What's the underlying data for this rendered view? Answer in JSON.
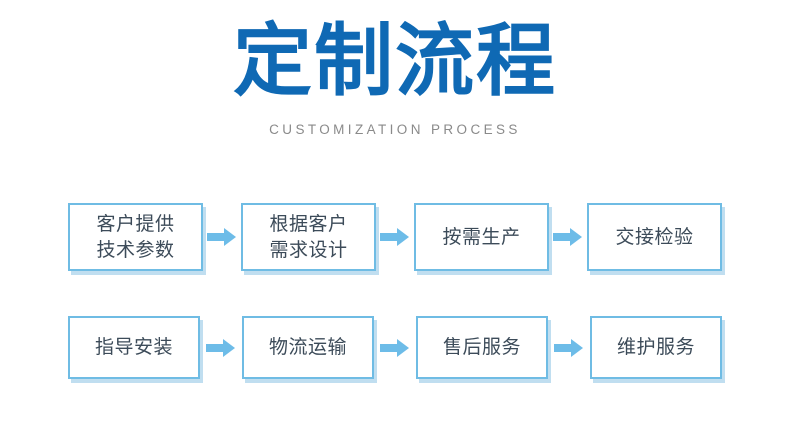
{
  "header": {
    "title": "定制流程",
    "subtitle": "CUSTOMIZATION PROCESS",
    "title_color": "#0F69B4",
    "subtitle_color": "#8A8A8A"
  },
  "theme": {
    "background": "#FFFFFF",
    "box_border": "#6FBCE4",
    "box_shadow": "#8CC3E4",
    "box_fill": "#FFFFFF",
    "arrow_color": "#6DBCE8",
    "step_text_color": "#3C4B59"
  },
  "flow": {
    "arrow_icon": "arrow-right-icon",
    "rows": [
      {
        "steps": [
          {
            "lines": [
              "客户提供",
              "技术参数"
            ]
          },
          {
            "lines": [
              "根据客户",
              "需求设计"
            ]
          },
          {
            "lines": [
              "按需生产"
            ]
          },
          {
            "lines": [
              "交接检验"
            ]
          }
        ]
      },
      {
        "steps": [
          {
            "lines": [
              "指导安装"
            ]
          },
          {
            "lines": [
              "物流运输"
            ]
          },
          {
            "lines": [
              "售后服务"
            ]
          },
          {
            "lines": [
              "维护服务"
            ]
          }
        ]
      }
    ]
  }
}
